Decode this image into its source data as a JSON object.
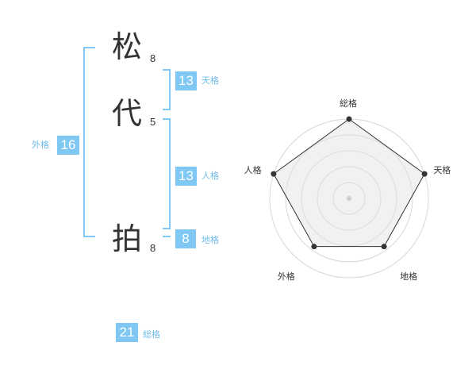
{
  "name": {
    "characters": [
      {
        "char": "松",
        "strokes": "8"
      },
      {
        "char": "代",
        "strokes": "5"
      },
      {
        "char": "拍",
        "strokes": "8"
      }
    ]
  },
  "fortune": {
    "tenkaku": {
      "value": "13",
      "label": "天格"
    },
    "jinkaku": {
      "value": "13",
      "label": "人格"
    },
    "chikaku": {
      "value": "8",
      "label": "地格"
    },
    "gaikaku": {
      "value": "16",
      "label": "外格"
    },
    "soukaku": {
      "value": "21",
      "label": "総格"
    }
  },
  "colors": {
    "accent": "#7fc8f3",
    "label": "#6fbce8",
    "text": "#333333",
    "radar_fill": "#eeeeee"
  },
  "chart_data": {
    "type": "radar",
    "axes": [
      "総格",
      "天格",
      "地格",
      "外格",
      "人格"
    ],
    "values": [
      1.0,
      1.0,
      0.75,
      0.75,
      1.0
    ],
    "range": [
      0,
      1
    ],
    "rings": 5,
    "grid": true
  }
}
